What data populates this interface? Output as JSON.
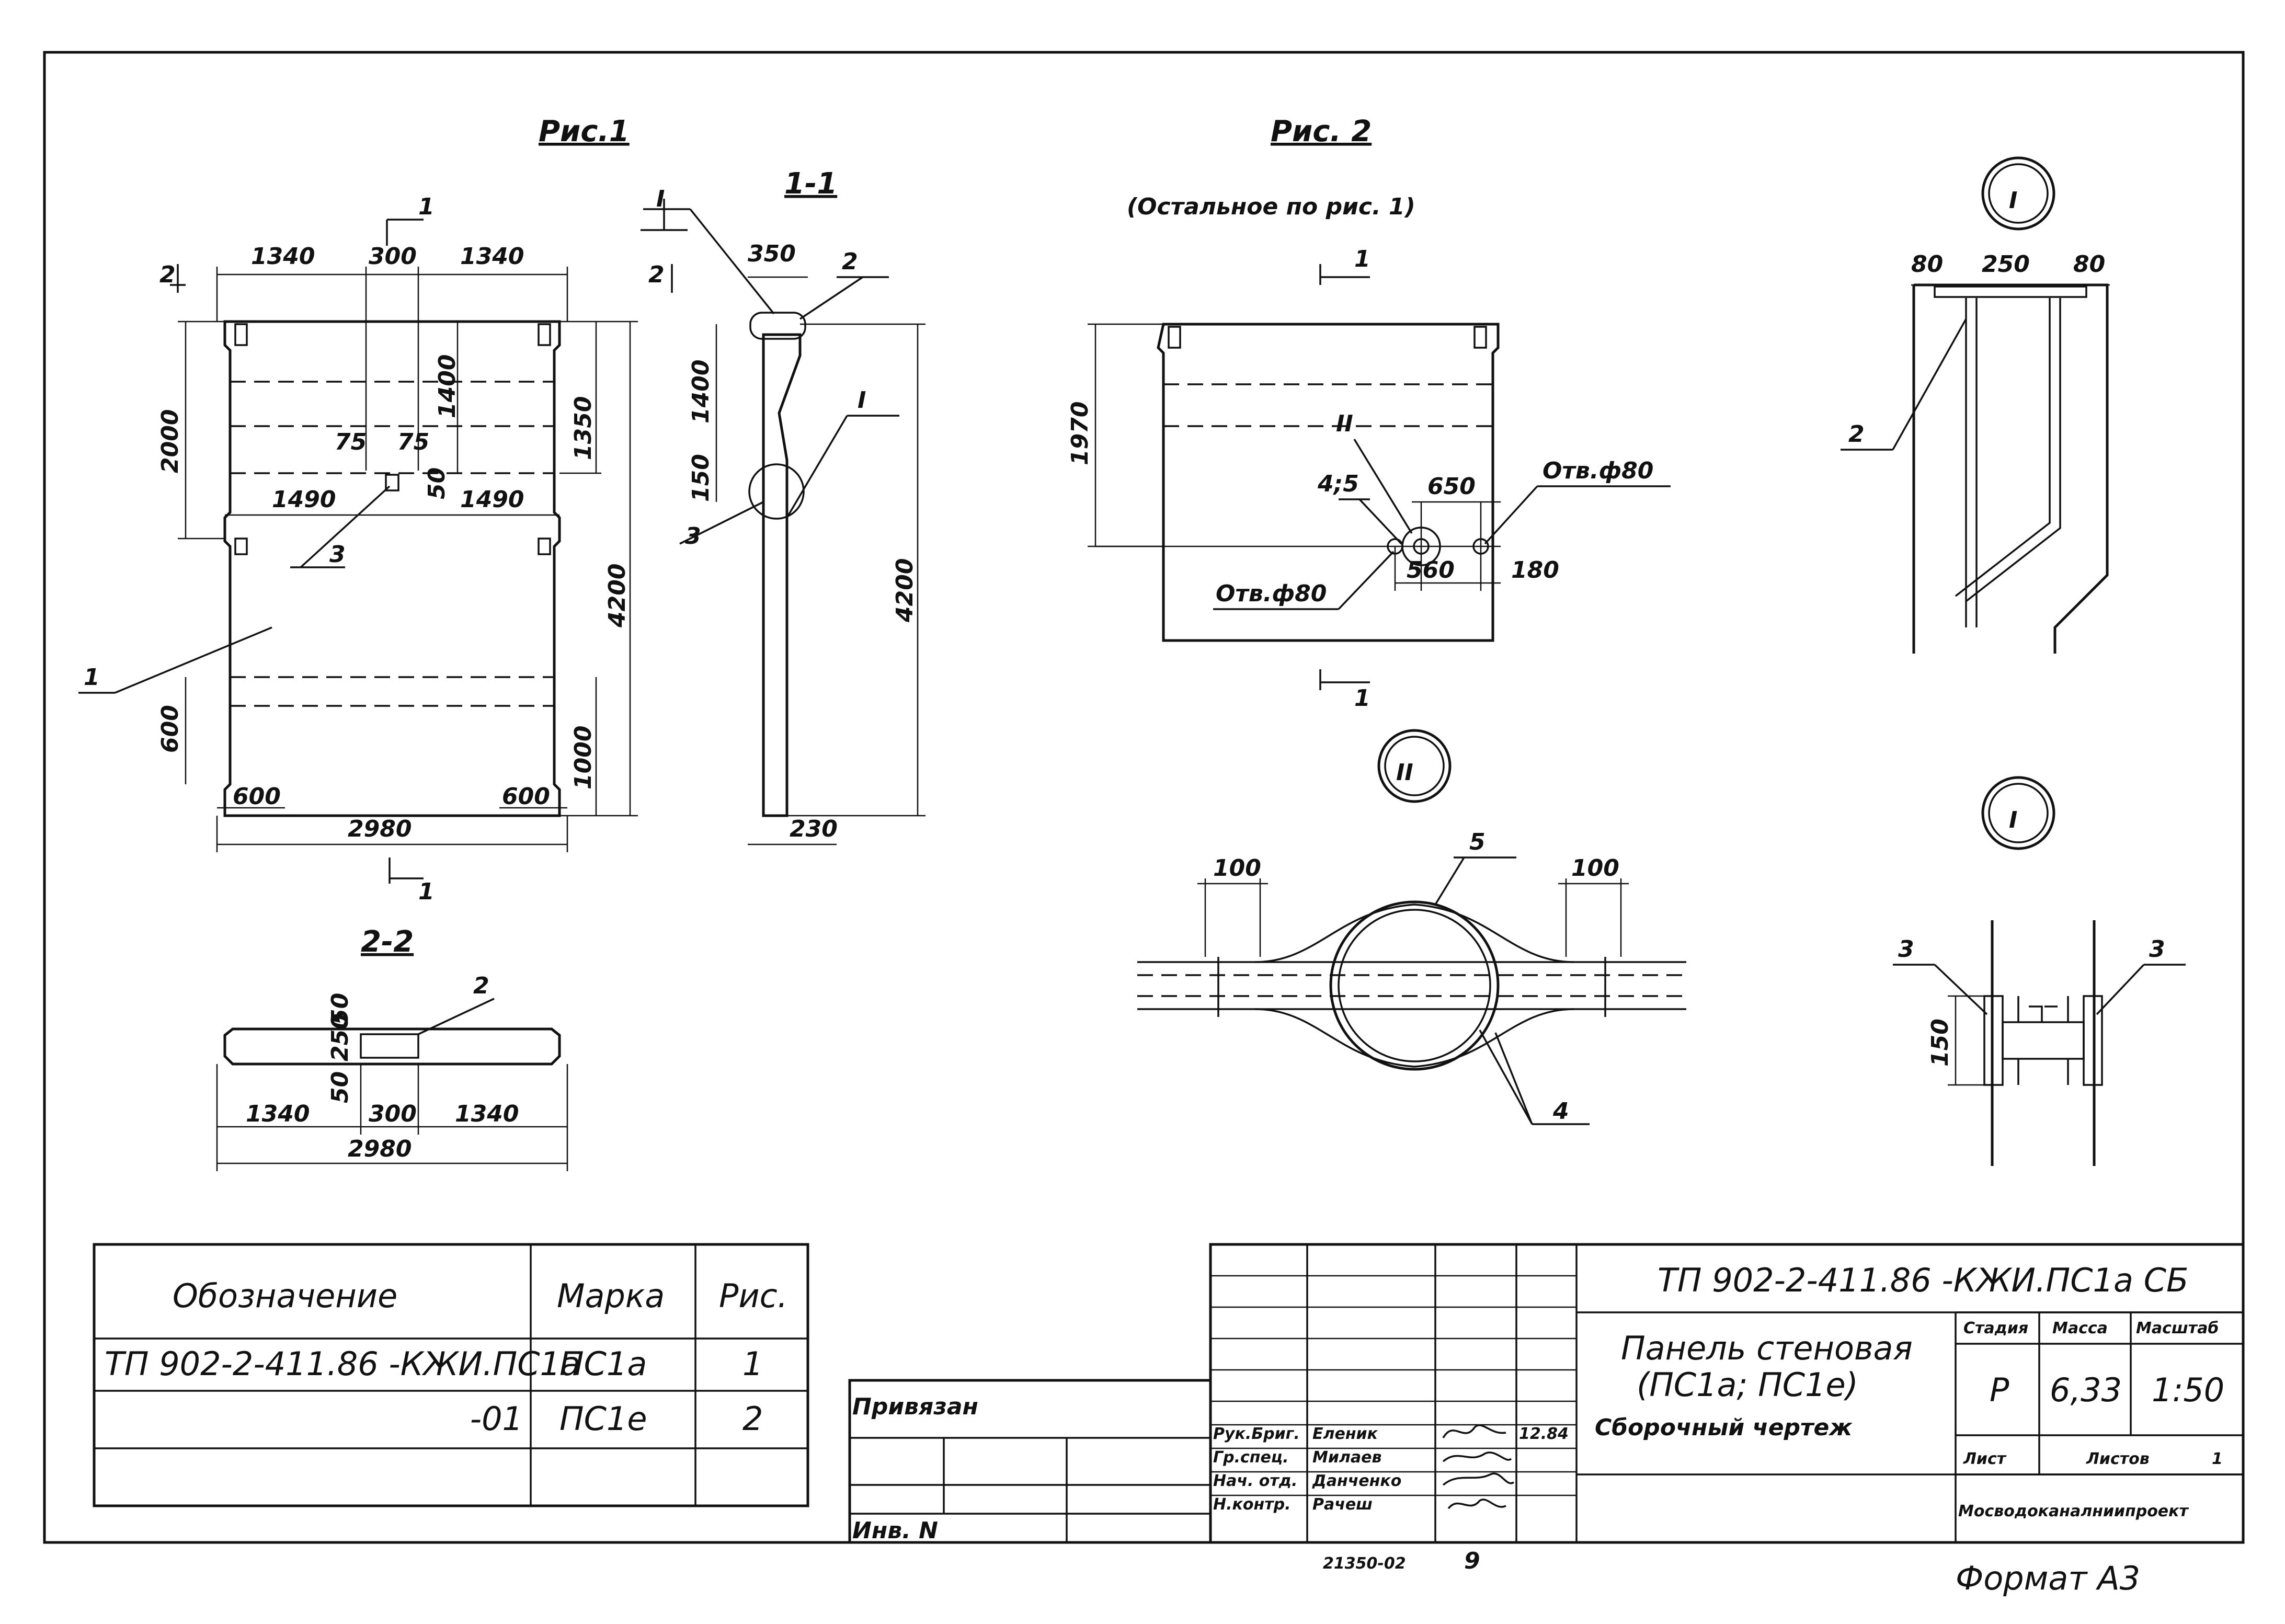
{
  "figures": {
    "fig1_title": "Рис.1",
    "fig2_title": "Рис. 2",
    "fig2_note": "(Остальное по рис. 1)",
    "section_1_1": "1-1",
    "section_2_2": "2-2",
    "node_I": "I",
    "node_II": "II"
  },
  "dims": {
    "d1340": "1340",
    "d300": "300",
    "d2000": "2000",
    "d1400": "1400",
    "d1350": "1350",
    "d75": "75",
    "d50": "50",
    "d1490": "1490",
    "d4200": "4200",
    "d600": "600",
    "d1000": "1000",
    "d2980": "2980",
    "d350": "350",
    "d150": "150",
    "d230": "230",
    "d250": "250",
    "d1970": "1970",
    "d650": "650",
    "d560": "560",
    "d180": "180",
    "d100": "100",
    "d45": "4;5",
    "hole": "Отв.ф80",
    "d80": "80"
  },
  "callouts": {
    "c1": "1",
    "c2": "2",
    "c3": "3",
    "c4": "4",
    "c5": "5"
  },
  "spec_table": {
    "headers": [
      "Обозначение",
      "Марка",
      "Рис."
    ],
    "rows": [
      [
        "ТП 902-2-411.86 -КЖИ.ПС1а",
        "ПС1а",
        "1"
      ],
      [
        "-01",
        "ПС1е",
        "2"
      ]
    ]
  },
  "title_block": {
    "code": "ТП 902-2-411.86 -КЖИ.ПС1а СБ",
    "name_line1": "Панель стеновая",
    "name_line2": "(ПС1а; ПС1е)",
    "name_line3": "Сборочный чертеж",
    "stage_h": "Стадия",
    "mass_h": "Масса",
    "scale_h": "Масштаб",
    "stage": "Р",
    "mass": "6,33",
    "scale": "1:50",
    "sheet_h": "Лист",
    "sheets_h": "Листов",
    "sheets": "1",
    "org": "Мосводоканалниипроект",
    "privyazan": "Привязан",
    "inv": "Инв. N",
    "roles": [
      "Рук.Бриг.",
      "Гр.спец.",
      "Нач. отд.",
      "Н.контр."
    ],
    "names": [
      "Еленик",
      "Милаев",
      "Данченко",
      "Рачеш"
    ],
    "date": "12.84",
    "format": "Формат А3",
    "archive": "21350-02",
    "page_no": "9"
  }
}
